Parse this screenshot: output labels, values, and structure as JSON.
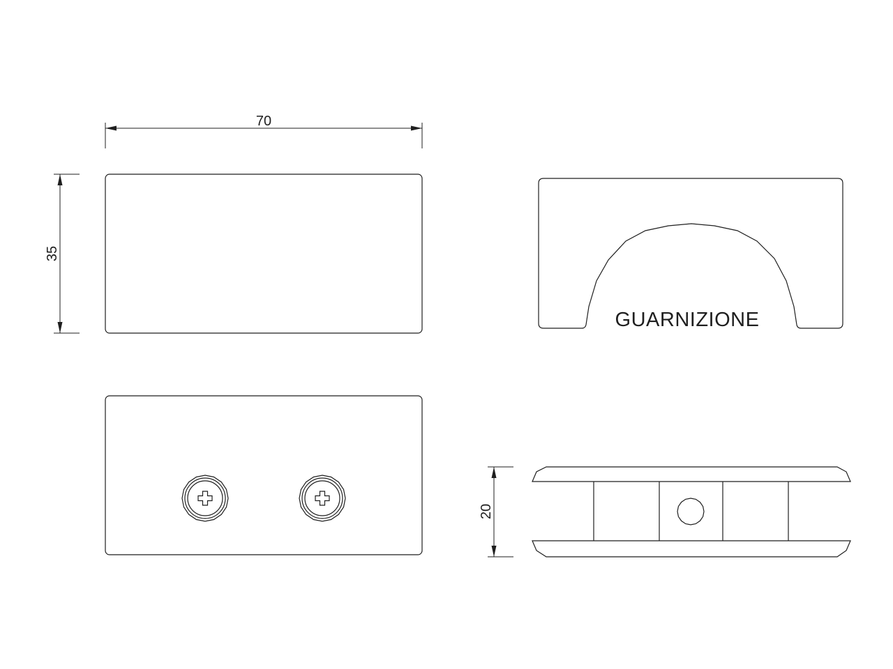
{
  "drawing": {
    "dimensions": {
      "width": "70",
      "height": "35",
      "thickness": "20"
    },
    "label": "GUARNIZIONE",
    "icons": [
      "phillips-screw-icon",
      "phillips-screw-icon",
      "bolt-hole-icon"
    ]
  }
}
